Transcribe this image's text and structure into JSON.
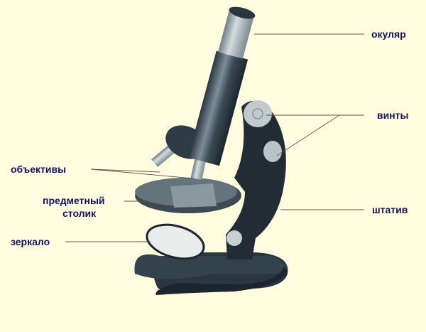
{
  "diagram": {
    "subject": "microscope",
    "background": "#fffce0",
    "label_color": "#14145a",
    "labels": {
      "eyepiece": "окуляр",
      "screws": "винты",
      "tripod": "штатив",
      "objectives": "объективы",
      "stage_line1": "предметный",
      "stage_line2": "столик",
      "mirror": "зеркало"
    }
  }
}
